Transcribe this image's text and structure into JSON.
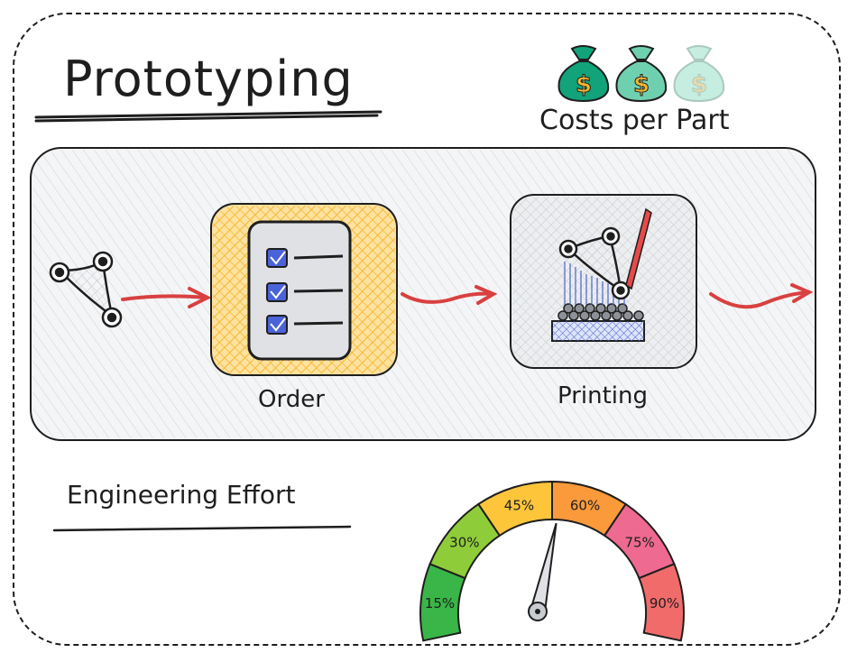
{
  "title": "Prototyping",
  "costs": {
    "label": "Costs per Part",
    "bag_symbol": "$",
    "bag_count": 3,
    "colors": [
      "#12a37a",
      "#6fd0b0",
      "#b2e8d6"
    ]
  },
  "process": {
    "steps": [
      {
        "label": "Order",
        "icon": "checklist-icon",
        "fill": "#fcc24a"
      },
      {
        "label": "Printing",
        "icon": "3d-printer-icon",
        "fill": "#dfe1e5"
      }
    ],
    "arrow_color": "#d94040"
  },
  "effort": {
    "label": "Engineering Effort",
    "gauge_labels": [
      "15%",
      "30%",
      "45%",
      "60%",
      "75%",
      "90%"
    ],
    "gauge_colors": [
      "#3ab548",
      "#8fcc3a",
      "#fcc53a",
      "#fb9a3a",
      "#ee6a90",
      "#f26b6b"
    ],
    "needle_value": "60%"
  }
}
